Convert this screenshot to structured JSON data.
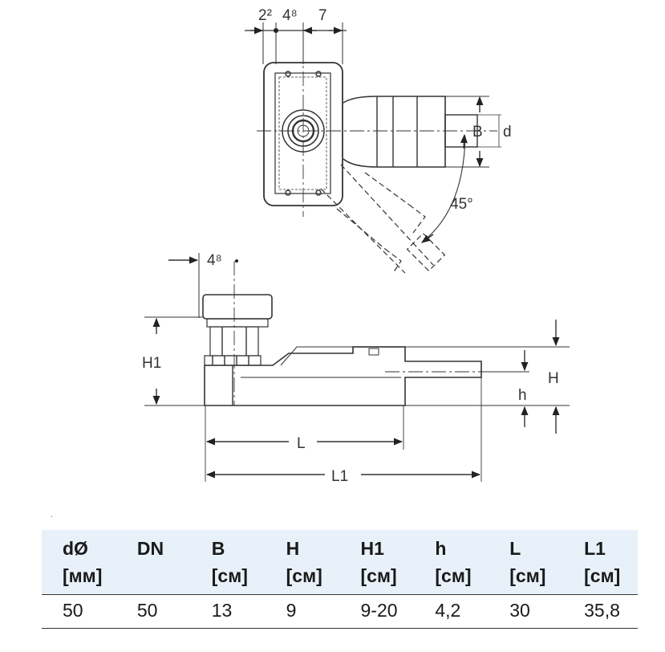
{
  "top_view": {
    "dim_labels": [
      "2²",
      "4⁸",
      "7"
    ],
    "label_B": "B",
    "label_d": "d",
    "angle": "45°"
  },
  "side_view": {
    "dim_top": "4⁸",
    "label_H1": "H1",
    "label_H": "H",
    "label_h": "h",
    "label_L": "L",
    "label_L1": "L1"
  },
  "footnote_mark": ".",
  "table": {
    "headers": [
      {
        "name": "dØ",
        "unit": "[мм]"
      },
      {
        "name": "DN",
        "unit": ""
      },
      {
        "name": "B",
        "unit": "[см]"
      },
      {
        "name": "H",
        "unit": "[см]"
      },
      {
        "name": "H1",
        "unit": "[см]"
      },
      {
        "name": "h",
        "unit": "[см]"
      },
      {
        "name": "L",
        "unit": "[см]"
      },
      {
        "name": "L1",
        "unit": "[см]"
      }
    ],
    "rows": [
      [
        "50",
        "50",
        "13",
        "9",
        "9-20",
        "4,2",
        "30",
        "35,8"
      ]
    ]
  }
}
